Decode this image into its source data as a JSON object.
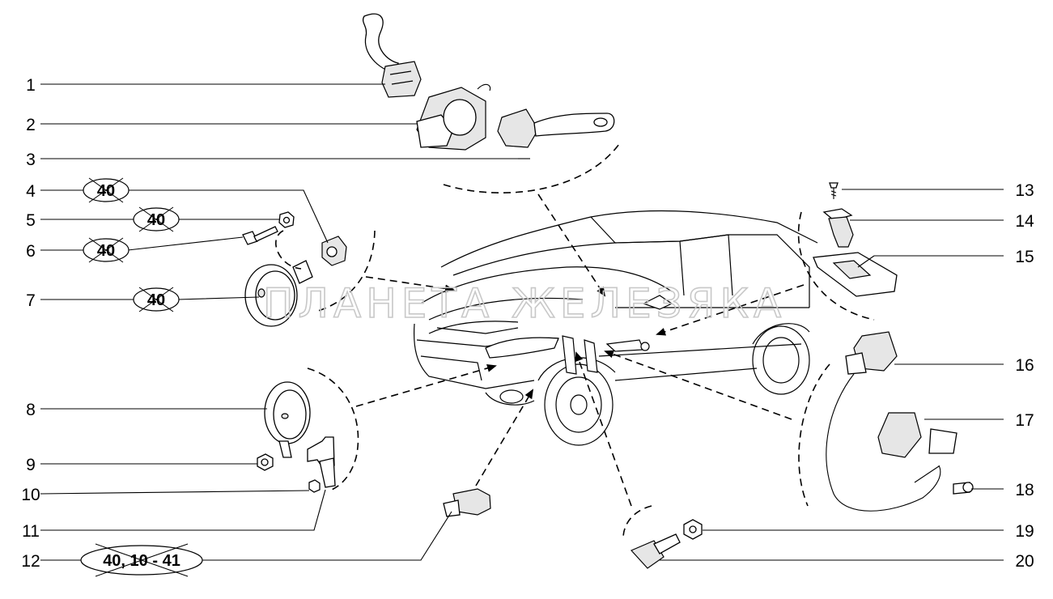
{
  "callouts": [
    "1",
    "2",
    "3",
    "4",
    "5",
    "6",
    "7",
    "8",
    "9",
    "10",
    "11",
    "12",
    "13",
    "14",
    "15",
    "16",
    "17",
    "18",
    "19",
    "20"
  ],
  "references": {
    "r4": "40",
    "r5": "40",
    "r6": "40",
    "r7": "40",
    "r12": "40, 10 - 41"
  },
  "watermark": "ПЛАНЕТА ЖЕЛЕЗЯКА"
}
